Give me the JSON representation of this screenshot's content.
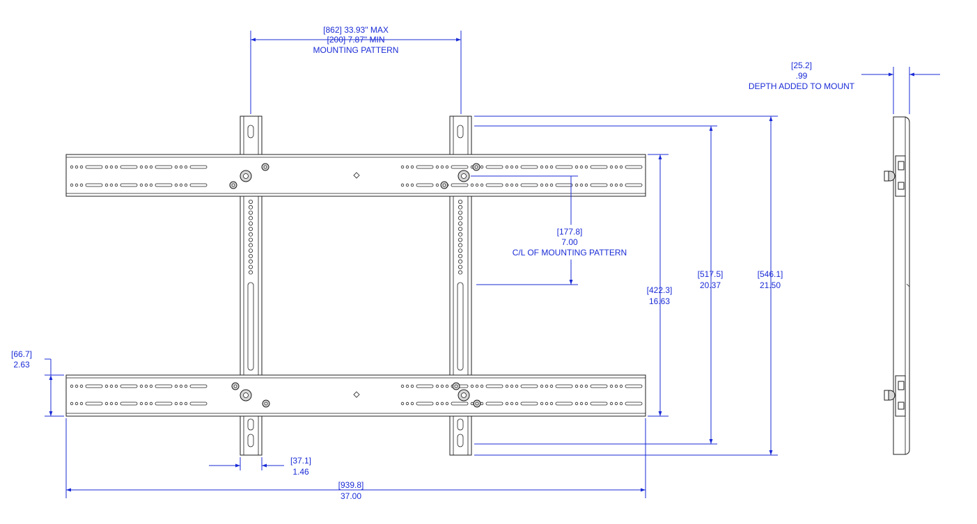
{
  "colors": {
    "dimension": "#1a2bd6",
    "part_outline": "#1c1c1c",
    "background": "#ffffff"
  },
  "dimensions": {
    "mounting_pattern": {
      "l1": "[862] 33.93\" MAX",
      "l2": "[200] 7.87\" MIN",
      "l3": "MOUNTING PATTERN"
    },
    "depth": {
      "l1": "[25.2]",
      "l2": ".99",
      "l3": "DEPTH ADDED TO MOUNT"
    },
    "centerline": {
      "l1": "[177.8]",
      "l2": "7.00",
      "l3": "C/L OF MOUNTING PATTERN"
    },
    "rail_span": {
      "l1": "[422.3]",
      "l2": "16.63"
    },
    "slot_span": {
      "l1": "[517.5]",
      "l2": "20.37"
    },
    "overall_height": {
      "l1": "[546.1]",
      "l2": "21.50"
    },
    "rail_height": {
      "l1": "[66.7]",
      "l2": "2.63"
    },
    "arm_width": {
      "l1": "[37.1]",
      "l2": "1.46"
    },
    "overall_width": {
      "l1": "[939.8]",
      "l2": "37.00"
    }
  }
}
